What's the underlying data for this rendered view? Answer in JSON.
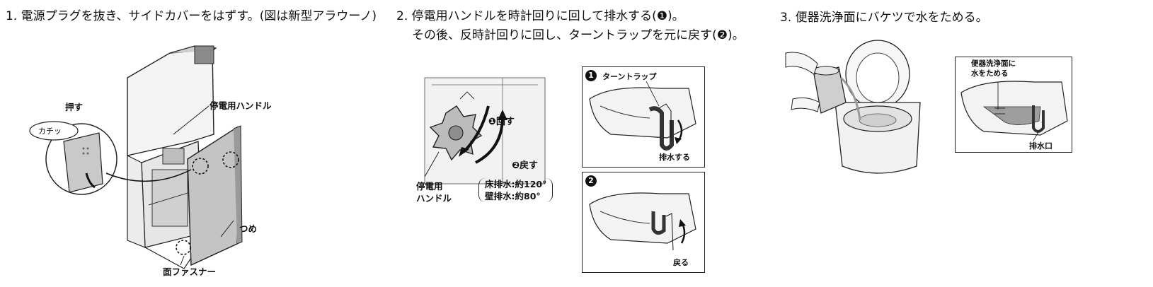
{
  "step1": {
    "title": "1. 電源プラグを抜き、サイドカバーをはずす。(図は新型アラウーノ)",
    "labels": {
      "push": "押す",
      "click": "カチッ",
      "handle": "停電用ハンドル",
      "tab": "つめ",
      "fastener": "面ファスナー"
    }
  },
  "step2": {
    "title_line1": "2. 停電用ハンドルを時計回りに回して排水する(❶)。",
    "title_line2": "その後、反時計回りに回し、ターントラップを元に戻す(❷)。",
    "labels": {
      "turn": "❶回す",
      "return": "❷戻す",
      "handle_line1": "停電用",
      "handle_line2": "ハンドル",
      "floor": "床排水:約120°",
      "wall": "壁排水:約80°"
    },
    "panel1": {
      "num": "1",
      "label": "ターントラップ",
      "caption": "排水する"
    },
    "panel2": {
      "num": "2",
      "caption": "戻る"
    }
  },
  "step3": {
    "title": "3. 便器洗浄面にバケツで水をためる。",
    "labels": {
      "note_line1": "便器洗浄面に",
      "note_line2": "水をためる",
      "drain": "排水口"
    }
  }
}
